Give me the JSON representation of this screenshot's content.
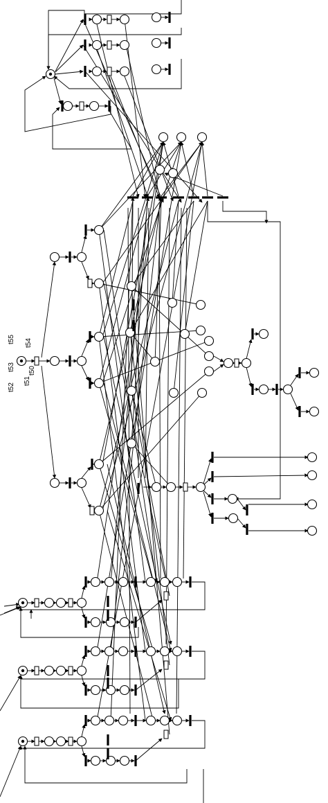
{
  "diagram": {
    "labels": [
      "t55",
      "t54",
      "t53",
      "t52",
      "t51",
      "t50"
    ],
    "colors": {
      "ink": "#000000",
      "paper": "#ffffff"
    }
  }
}
